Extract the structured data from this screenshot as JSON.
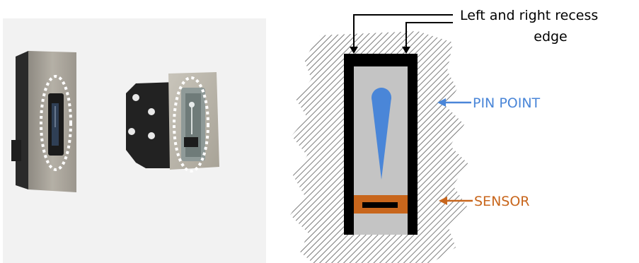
{
  "labels": {
    "recess_line1": "Left and right recess",
    "recess_line2": "edge",
    "pin_point": "PIN POINT",
    "sensor": "SENSOR"
  },
  "colors": {
    "pin_point": "#4a86d8",
    "sensor": "#c8661c",
    "recess_edge": "#000000",
    "recess_fill": "#c4c4c4",
    "hatch": "#555555"
  },
  "icons": {
    "photo_left": "fingerprint-reader-module-front",
    "photo_right": "fingerprint-reader-module-angled"
  }
}
